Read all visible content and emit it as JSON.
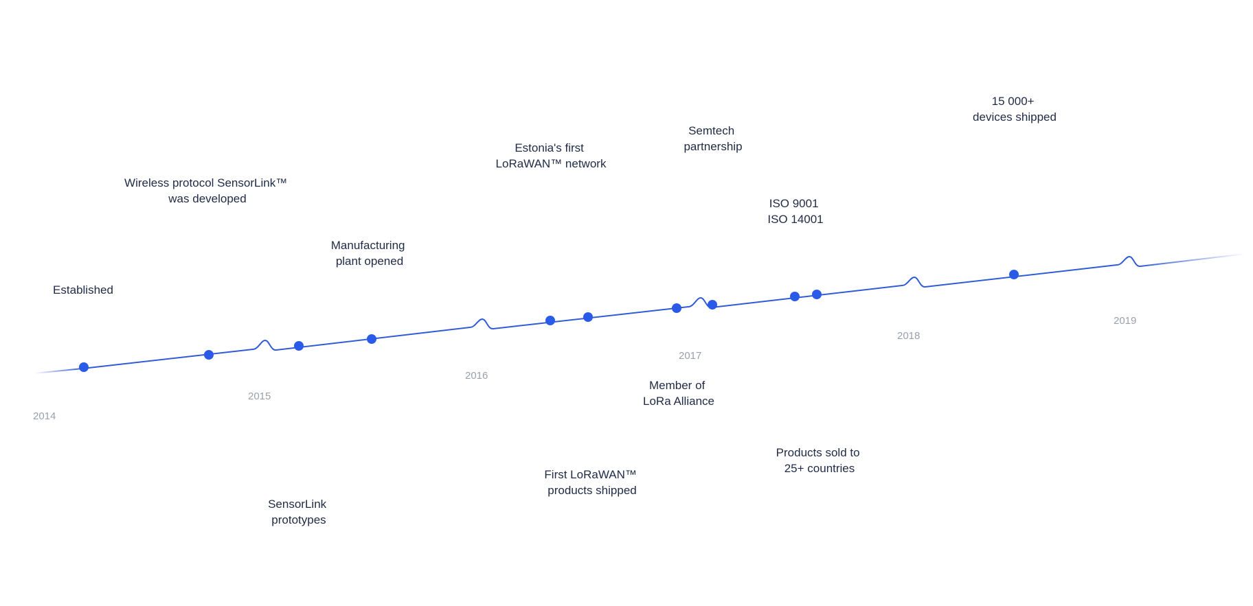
{
  "years": [
    "2014",
    "2015",
    "2016",
    "2017",
    "2018",
    "2019"
  ],
  "milestones": [
    {
      "lines": [
        "Established"
      ]
    },
    {
      "lines": [
        "Wireless protocol SensorLink™",
        "was developed"
      ]
    },
    {
      "lines": [
        "SensorLink",
        "prototypes"
      ]
    },
    {
      "lines": [
        "Manufacturing",
        "plant opened"
      ]
    },
    {
      "lines": [
        "Estonia's first",
        "LoRaWAN™  network"
      ]
    },
    {
      "lines": [
        "First LoRaWAN™",
        "products shipped"
      ]
    },
    {
      "lines": [
        "Member of",
        "LoRa Alliance"
      ]
    },
    {
      "lines": [
        "Semtech",
        "partnership"
      ]
    },
    {
      "lines": [
        "ISO 9001",
        "ISO 14001"
      ]
    },
    {
      "lines": [
        "Products sold to",
        "25+ countries"
      ]
    },
    {
      "lines": [
        "15 000+",
        "devices shipped"
      ]
    }
  ],
  "colors": {
    "line": "#2f5bd6",
    "dot": "#2a5be8",
    "label": "#1f2a44",
    "year": "#9aa0ab"
  }
}
